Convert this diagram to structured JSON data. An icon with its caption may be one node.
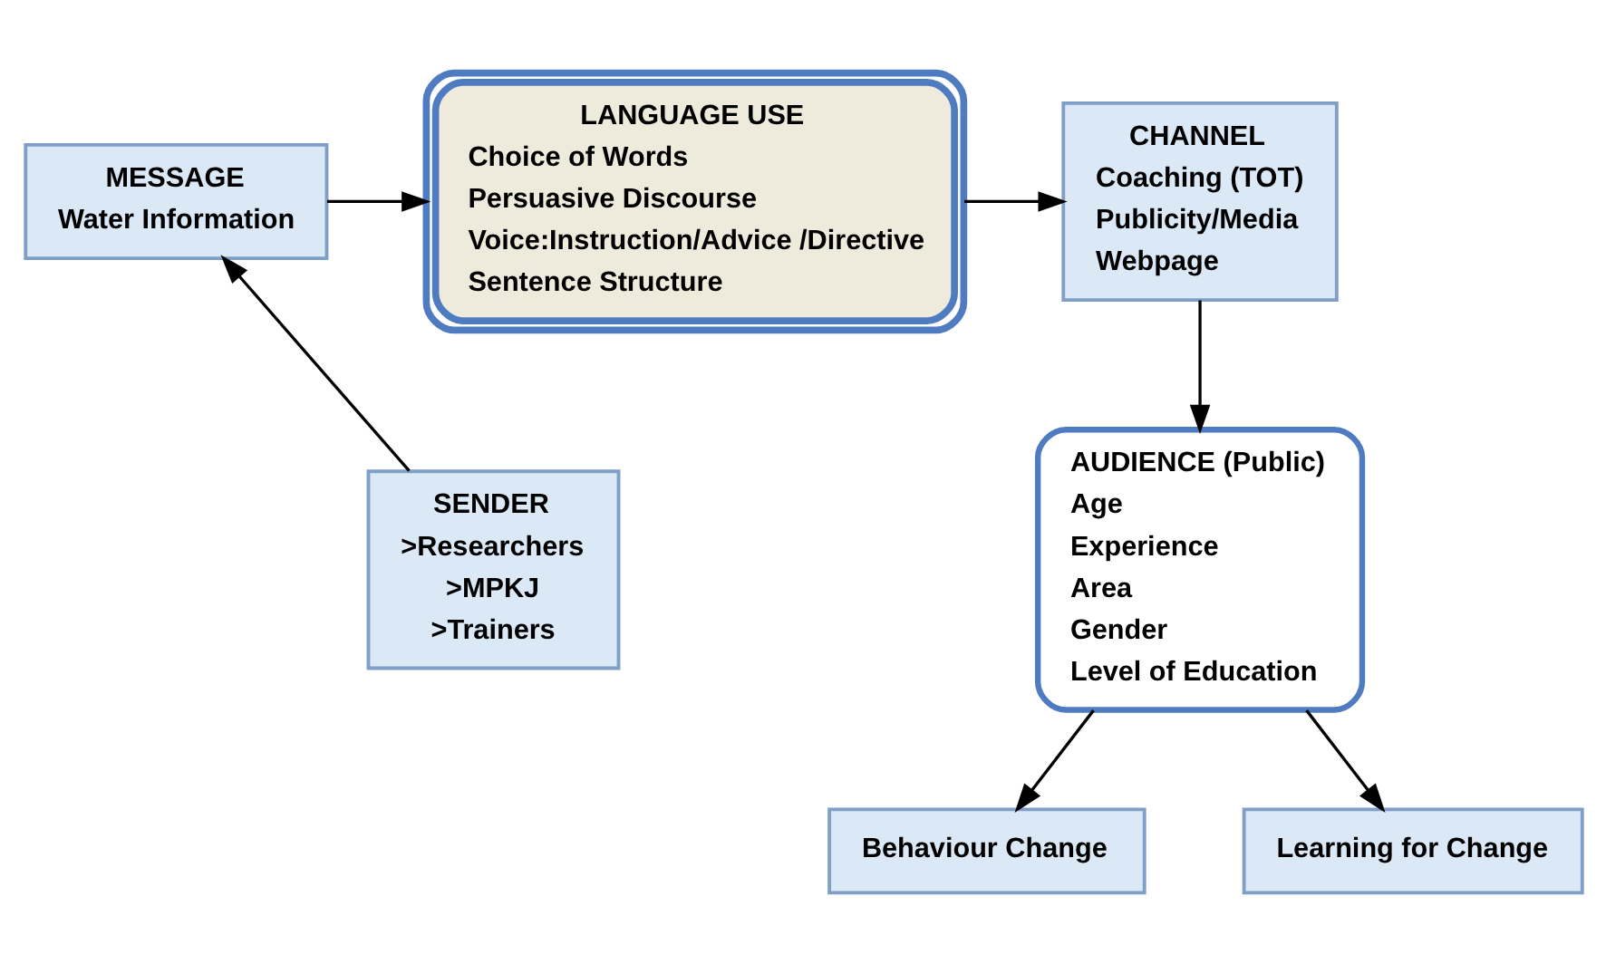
{
  "diagram": {
    "nodes": [
      {
        "text": [
          "MESSAGE",
          "Water Information"
        ]
      },
      {
        "text": [
          "SENDER",
          ">Researchers",
          ">MPKJ",
          ">Trainers"
        ]
      },
      {
        "text": [
          "LANGUAGE USE",
          "Choice of Words",
          "Persuasive Discourse",
          "Voice:Instruction/Advice /Directive",
          "Sentence Structure"
        ]
      },
      {
        "text": [
          "CHANNEL",
          "Coaching (TOT)",
          "Publicity/Media",
          "Webpage"
        ]
      },
      {
        "text": [
          "AUDIENCE (Public)",
          "Age",
          "Experience",
          "Area",
          "Gender",
          "Level of Education"
        ]
      },
      {
        "text": [
          "Behaviour Change"
        ]
      },
      {
        "text": [
          "Learning for Change"
        ]
      }
    ],
    "edges": [
      {
        "from": 1,
        "to": 0,
        "arrow": "to"
      },
      {
        "from": 0,
        "to": 2,
        "arrow": "to"
      },
      {
        "from": 2,
        "to": 3,
        "arrow": "to"
      },
      {
        "from": 3,
        "to": 4,
        "arrow": "to"
      },
      {
        "from": 4,
        "to": 5,
        "arrow": "to"
      },
      {
        "from": 4,
        "to": 6,
        "arrow": "to"
      }
    ]
  }
}
